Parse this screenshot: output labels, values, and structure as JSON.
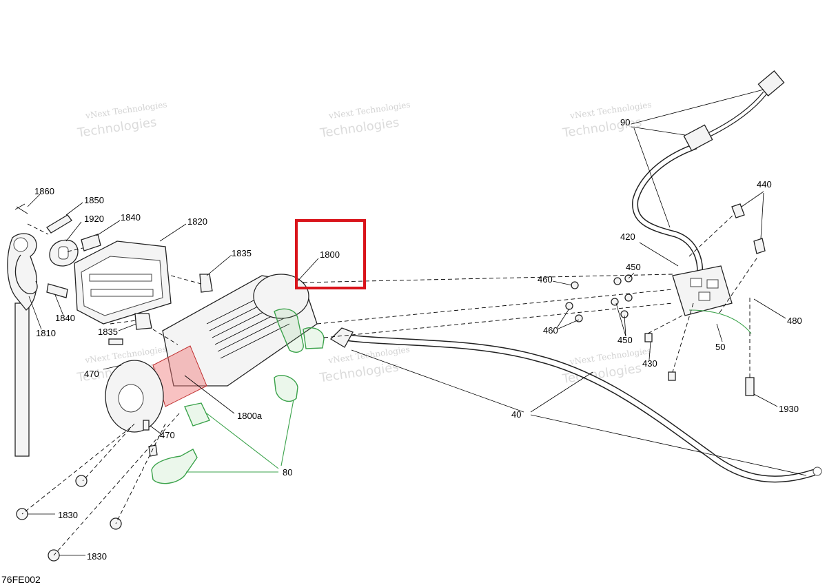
{
  "diagram": {
    "watermark_line1": "vNext Technologies",
    "watermark_line2": "Technologies",
    "figure_ref": "76FE002",
    "highlight_color": "#d9141b",
    "callouts": {
      "c1860": "1860",
      "c1850": "1850",
      "c1920": "1920",
      "c1840a": "1840",
      "c1820": "1820",
      "c1835a": "1835",
      "c1800": "1800",
      "c1840b": "1840",
      "c1810": "1810",
      "c1835b": "1835",
      "c470a": "470",
      "c470b": "470",
      "c1800a": "1800a",
      "c80": "80",
      "c1830a": "1830",
      "c1830b": "1830",
      "c40": "40",
      "c90": "90",
      "c440": "440",
      "c420": "420",
      "c460a": "460",
      "c450a": "450",
      "c460b": "460",
      "c450b": "450",
      "c480": "480",
      "c50": "50",
      "c430": "430",
      "c1930": "1930"
    }
  }
}
